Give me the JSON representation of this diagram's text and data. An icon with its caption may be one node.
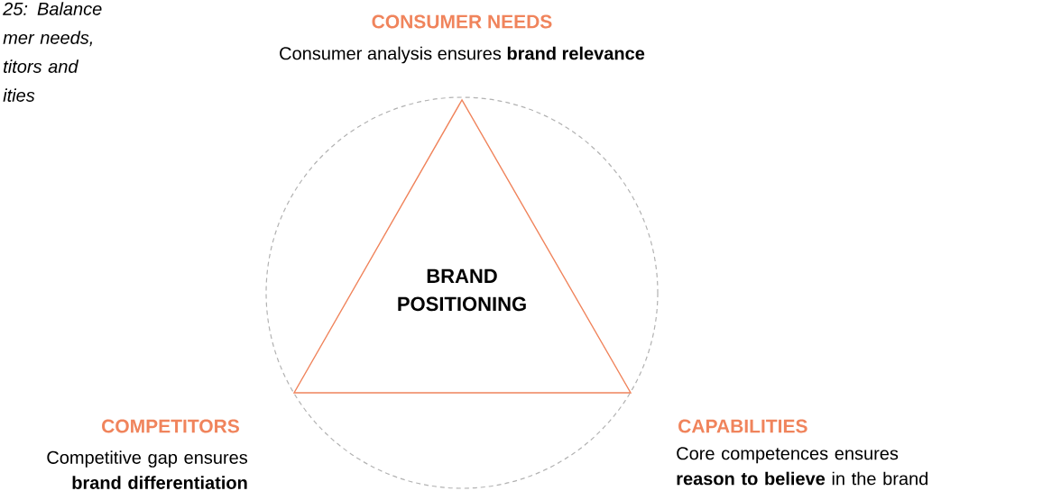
{
  "diagram": {
    "nodes": [
      {
        "text": [
          "BRAND POSITIONING"
        ],
        "beside": [
          "CONSUMER NEEDS",
          "Consumer analysis ensures **brand relevance**",
          "COMPETITORS",
          "Competitive gap ensures **brand differentiation**",
          "CAPABILITIES",
          "Core competences ensures **reason to believe** in the brand"
        ]
      }
    ],
    "labels": [
      "25: Balance mer needs, titors and ities"
    ]
  }
}
